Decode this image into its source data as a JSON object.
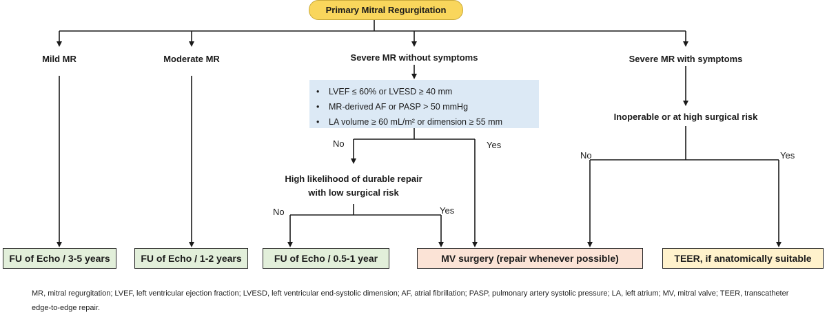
{
  "root": {
    "label": "Primary Mitral Regurgitation"
  },
  "categories": {
    "mild": "Mild MR",
    "moderate": "Moderate MR",
    "severe_no_symptoms": "Severe MR without symptoms",
    "severe_symptoms": "Severe MR with symptoms"
  },
  "criteria": [
    {
      "bullet": "•",
      "text": "LVEF ≤ 60% or LVESD ≥ 40 mm"
    },
    {
      "bullet": "•",
      "text": "MR-derived AF or PASP  > 50 mmHg"
    },
    {
      "bullet": "•",
      "text": "LA volume ≥ 60 mL/m² or dimension ≥ 55 mm"
    }
  ],
  "decisions": {
    "durable_repair_line1": "High likelihood of durable repair",
    "durable_repair_line2": "with low surgical risk",
    "inoperable": "Inoperable or at high surgical risk"
  },
  "branch_labels": {
    "criteria_no": "No",
    "criteria_yes": "Yes",
    "repair_no": "No",
    "repair_yes": "Yes",
    "inoperable_no": "No",
    "inoperable_yes": "Yes"
  },
  "outcomes": {
    "fu_3_5": "FU of Echo / 3-5 years",
    "fu_1_2": "FU of Echo / 1-2 years",
    "fu_05_1": "FU of Echo / 0.5-1 year",
    "mv_surgery": "MV surgery (repair whenever possible)",
    "teer": "TEER, if anatomically  suitable"
  },
  "colors": {
    "root_fill": "#f9d65c",
    "criteria_fill": "#dce9f5",
    "follow_up_fill": "#e2efda",
    "surgery_fill": "#fbe3d6",
    "teer_fill": "#fff2cc",
    "line": "#1a1a1a"
  },
  "footnote": "MR, mitral regurgitation;  LVEF, left ventricular  ejection fraction; LVESD, left ventricular  end-systolic dimension;  AF, atrial fibrillation;  PASP, pulmonary artery systolic pressure; LA, left atrium; MV, mitral valve;  TEER, transcatheter edge-to-edge  repair."
}
